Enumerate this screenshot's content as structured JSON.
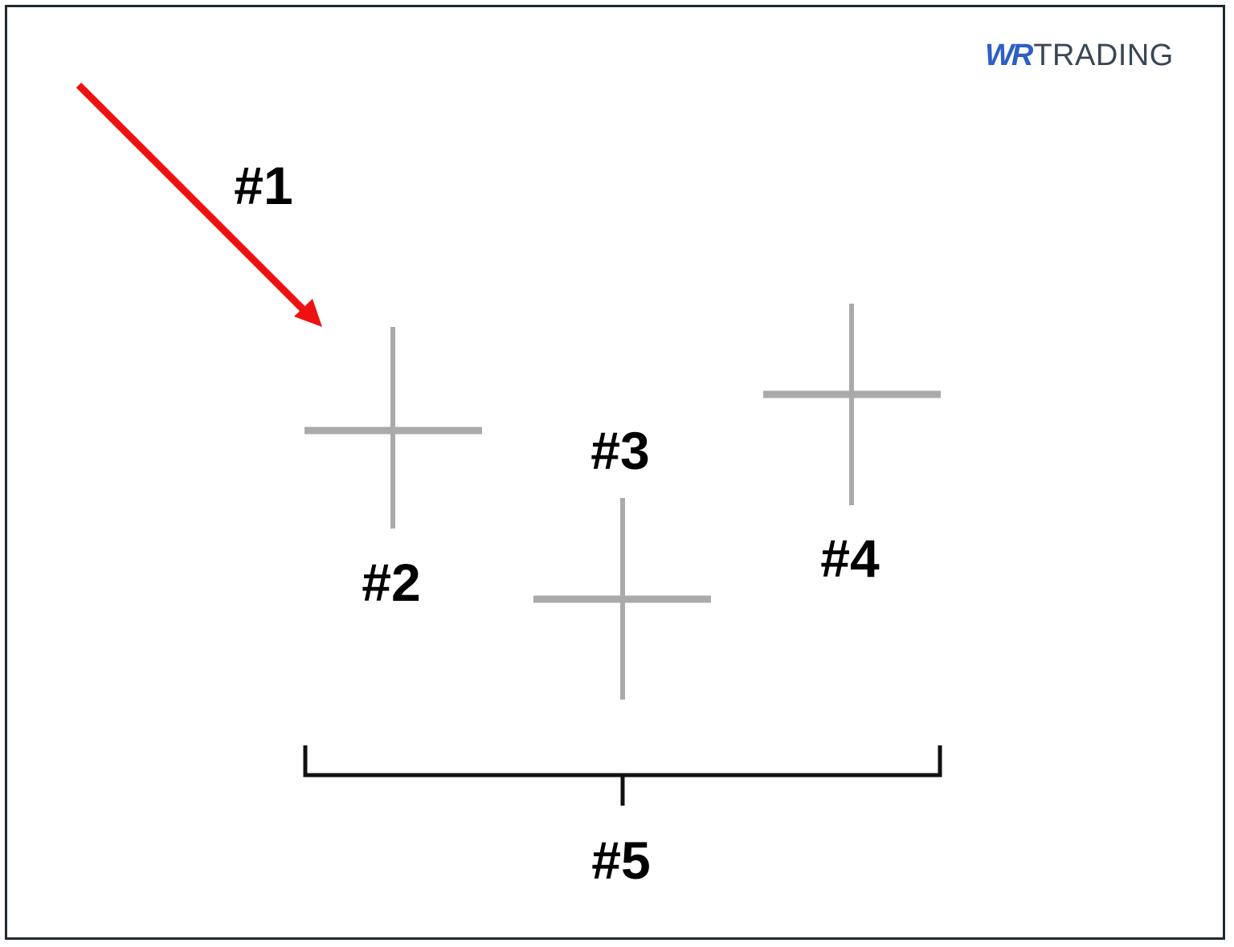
{
  "logo": {
    "mark": "WR",
    "word": "TRADING",
    "mark_color": "#2d5fc4",
    "word_color": "#3a4654"
  },
  "labels": {
    "step1": "#1",
    "step2": "#2",
    "step3": "#3",
    "step4": "#4",
    "step5": "#5"
  },
  "colors": {
    "arrow": "#ee1111",
    "crosses": "#aaaaaa",
    "bracket": "#111111",
    "frame": "#1f2a33"
  }
}
